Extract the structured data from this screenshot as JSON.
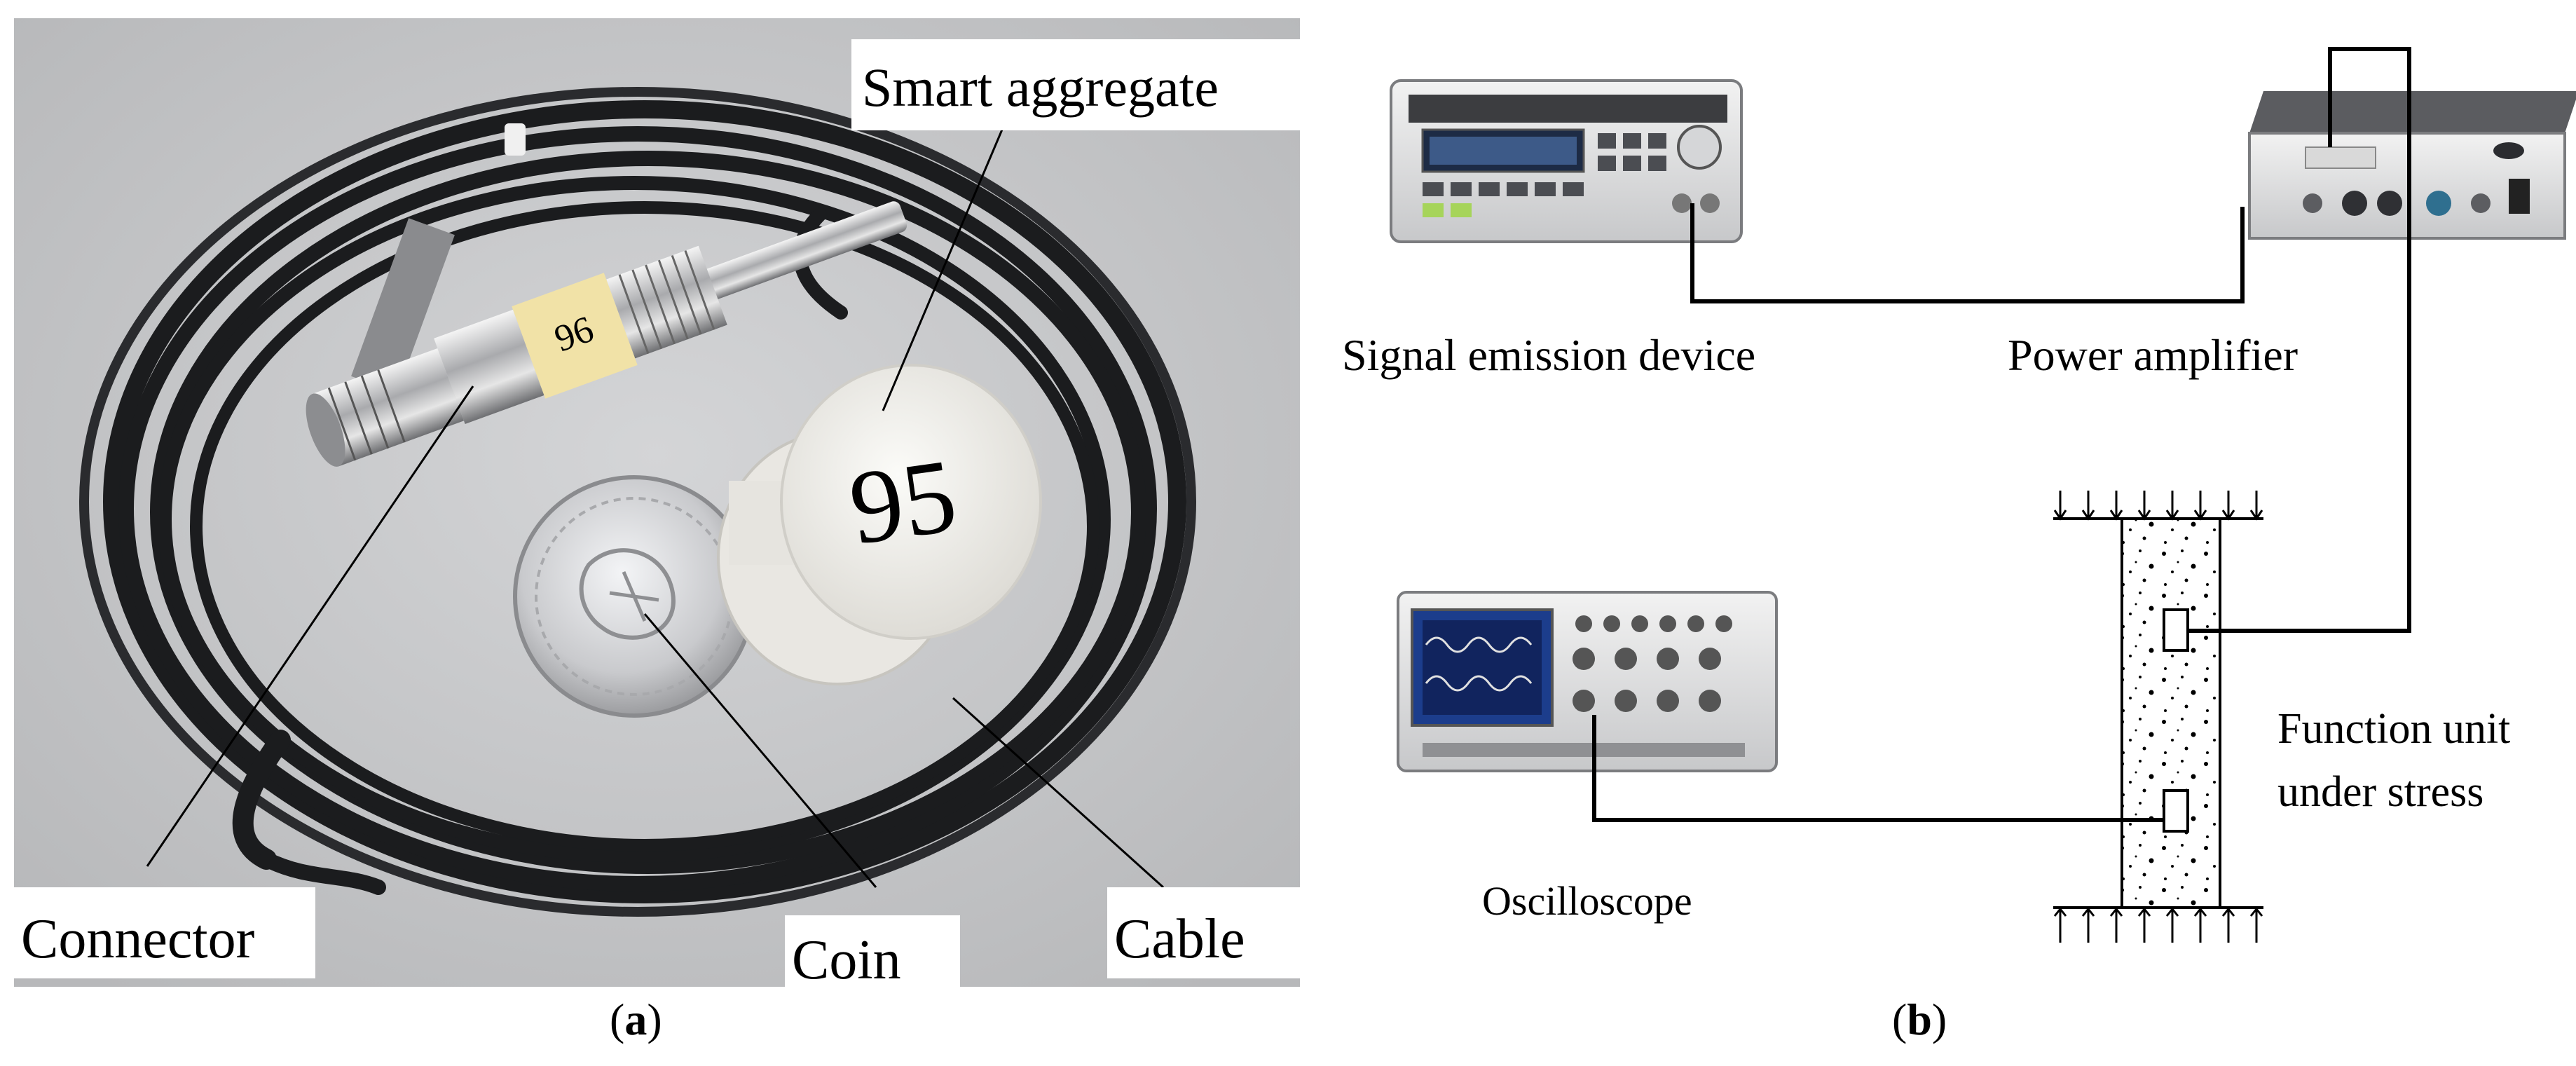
{
  "panel_a": {
    "labels": {
      "smart_aggregate": "Smart aggregate",
      "connector": "Connector",
      "coin": "Coin",
      "cable": "Cable"
    },
    "aggregate_marking": "95"
  },
  "panel_b": {
    "labels": {
      "signal_emission_device": "Signal emission device",
      "power_amplifier": "Power amplifier",
      "oscilloscope": "Oscilloscope",
      "function_unit_line1": "Function unit",
      "function_unit_line2": "under stress"
    }
  },
  "captions": {
    "a_open": "(",
    "a_letter": "a",
    "a_close": ")",
    "b_open": "(",
    "b_letter": "b",
    "b_close": ")"
  }
}
